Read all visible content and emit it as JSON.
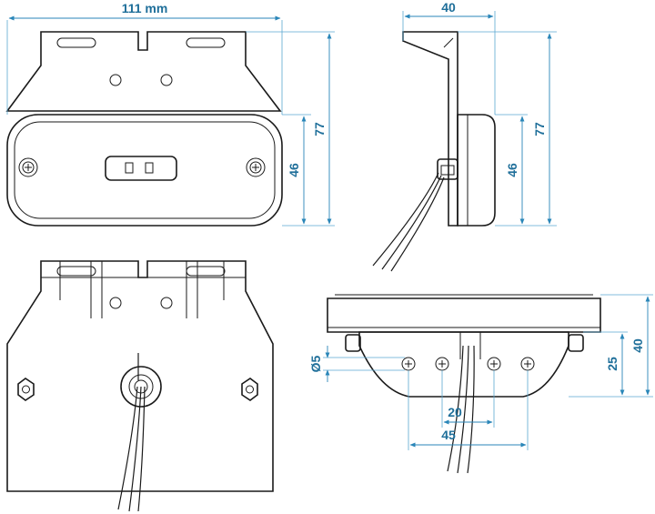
{
  "dimensions": {
    "front_width": "111 mm",
    "front_height_total": "77",
    "front_height_lamp": "46",
    "side_depth": "40",
    "side_height_total": "77",
    "side_height_lamp": "46",
    "hole_diameter": "Ø5",
    "hole_spacing_inner": "20",
    "hole_spacing_outer": "45",
    "bottom_height_total": "40",
    "bottom_height_body": "25"
  },
  "views": [
    "front-view",
    "side-view",
    "rear-view",
    "bottom-view"
  ],
  "colors": {
    "dimension": "#1f6f9a",
    "line": "#1a1a1a"
  }
}
